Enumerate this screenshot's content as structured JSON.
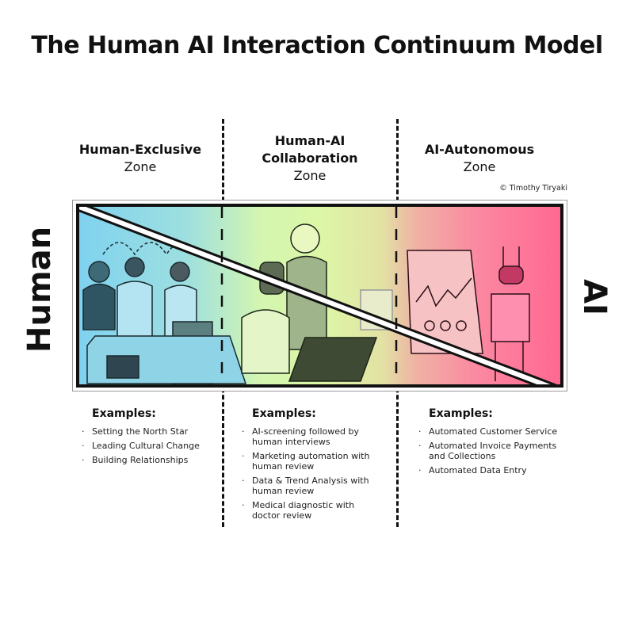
{
  "title": "The Human AI Interaction Continuum Model",
  "zones": [
    {
      "bold": "Human-Exclusive",
      "normal": "Zone"
    },
    {
      "bold1": "Human-AI",
      "bold2": "Collaboration",
      "normal": "Zone"
    },
    {
      "bold": "AI-Autonomous",
      "normal": "Zone"
    }
  ],
  "copyright": "© Timothy Tiryaki",
  "axis": {
    "left": "Human",
    "right": "AI"
  },
  "examples": [
    {
      "heading": "Examples:",
      "items": [
        "Setting the North Star",
        "Leading Cultural Change",
        "Building Relationships"
      ]
    },
    {
      "heading": "Examples:",
      "items": [
        "AI-screening followed by human interviews",
        "Marketing automation with human review",
        "Data & Trend Analysis with human review",
        "Medical diagnostic with doctor review"
      ]
    },
    {
      "heading": "Examples:",
      "items": [
        "Automated Customer Service",
        "Automated Invoice Payments and Collections",
        "Automated Data Entry"
      ]
    }
  ],
  "colors": {
    "human": "#7fd2ef",
    "collab": "#dcf7a6",
    "ai": "#ff6892"
  }
}
